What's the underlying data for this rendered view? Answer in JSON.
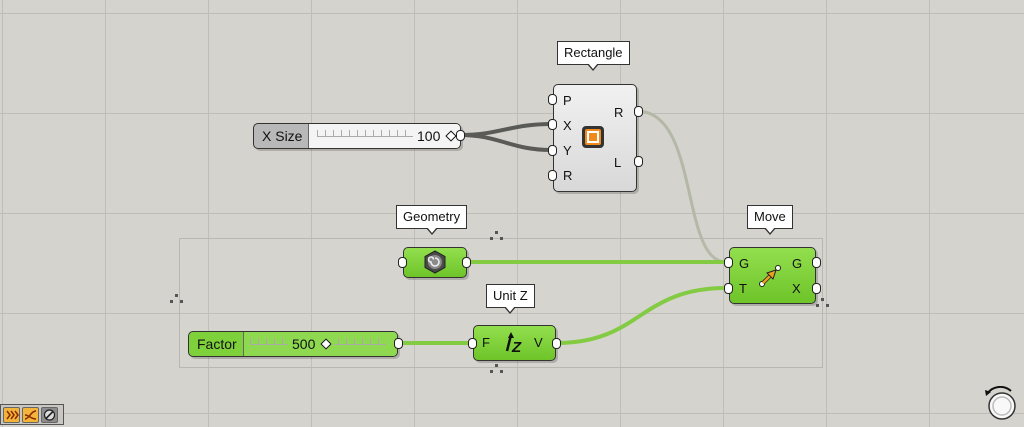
{
  "tooltips": {
    "rectangle": "Rectangle",
    "geometry": "Geometry",
    "unit_z": "Unit Z",
    "move": "Move"
  },
  "x_size_slider": {
    "name": "X Size",
    "value": "100"
  },
  "factor_slider": {
    "name": "Factor",
    "value": "500"
  },
  "rectangle_component": {
    "inputs": [
      "P",
      "X",
      "Y",
      "R"
    ],
    "outputs": [
      "R",
      "L"
    ],
    "icon": "rectangle-icon"
  },
  "geometry_param": {
    "icon": "geometry-swirl-icon"
  },
  "unit_z_component": {
    "inputs": [
      "F"
    ],
    "outputs": [
      "V"
    ],
    "icon": "unit-z-vector-icon"
  },
  "move_component": {
    "inputs": [
      "G",
      "T"
    ],
    "outputs": [
      "G",
      "X"
    ],
    "icon": "move-arrow-icon"
  },
  "colors": {
    "canvas": "#d5d3ce",
    "grid": "#bfbdb8",
    "component_green": "#7fd13b",
    "wire_green": "#7ec93c",
    "wire_dark": "#5a5a56",
    "wire_grey": "#b4b8a6"
  },
  "bottom_toolbar": {
    "icons": [
      "preview-icon",
      "wire-icon",
      "disable-icon"
    ]
  },
  "navigator": {
    "icon": "navigation-compass-icon"
  }
}
